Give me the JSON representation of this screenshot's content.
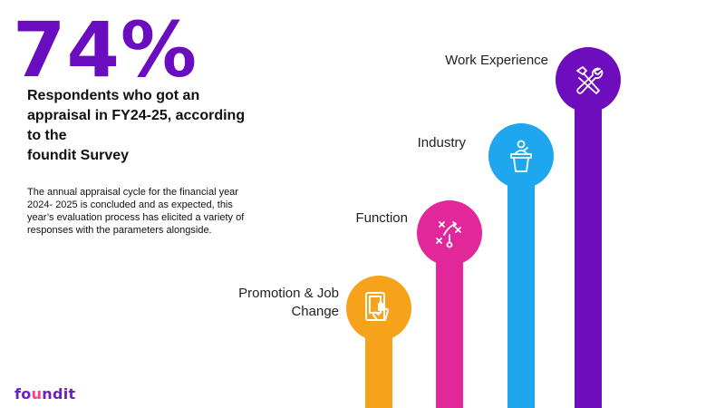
{
  "headline": {
    "stat": "74%",
    "subtitle_lines": [
      "Respondents who got an",
      "appraisal in FY24-25, according",
      "to the",
      "foundit Survey"
    ]
  },
  "description": "The annual appraisal cycle for the financial year 2024- 2025 is concluded and as expected, this year’s evaluation process has elicited a variety of responses with the parameters alongside.",
  "logo": {
    "prefix": "fo",
    "dot": "u",
    "suffix": "ndit"
  },
  "parameters": [
    {
      "label_lines": [
        "Promotion & Job",
        "Change"
      ],
      "color": "#f7a21b",
      "icon": "tablet-touch-icon"
    },
    {
      "label_lines": [
        "Function"
      ],
      "color": "#e2279a",
      "icon": "strategy-icon"
    },
    {
      "label_lines": [
        "Industry"
      ],
      "color": "#1ea6ee",
      "icon": "podium-speaker-icon"
    },
    {
      "label_lines": [
        "Work Experience"
      ],
      "color": "#6d0dbe",
      "icon": "tools-icon"
    }
  ]
}
